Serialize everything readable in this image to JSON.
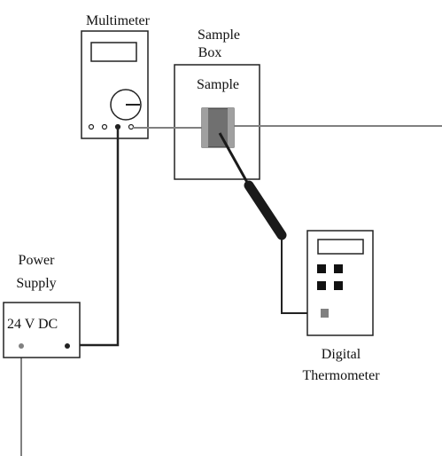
{
  "labels": {
    "multimeter": "Multimeter",
    "sample_box_line1": "Sample",
    "sample_box_line2": "Box",
    "sample": "Sample",
    "power_line1": "Power",
    "power_line2": "Supply",
    "voltage": "24 V DC",
    "thermo_line1": "Digital",
    "thermo_line2": "Thermometer"
  },
  "colors": {
    "outline": "#222222",
    "wire_dark": "#222222",
    "wire_gray": "#808080",
    "sample_fill": "#707070",
    "probe": "#1a1a1a",
    "sensor": "#808080"
  }
}
